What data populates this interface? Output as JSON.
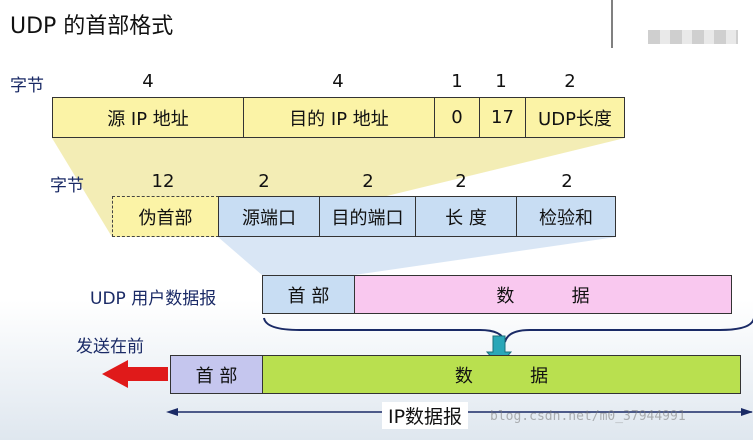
{
  "title": "UDP 的首部格式",
  "ip_header": {
    "row_label": "字节",
    "fields": [
      {
        "bytes": "4",
        "name": "源 IP 地址"
      },
      {
        "bytes": "4",
        "name": "目的 IP 地址"
      },
      {
        "bytes": "1",
        "name": "0"
      },
      {
        "bytes": "1",
        "name": "17"
      },
      {
        "bytes": "2",
        "name": "UDP长度"
      }
    ]
  },
  "udp_header": {
    "row_label": "字节",
    "fields": [
      {
        "bytes": "12",
        "name": "伪首部"
      },
      {
        "bytes": "2",
        "name": "源端口"
      },
      {
        "bytes": "2",
        "name": "目的端口"
      },
      {
        "bytes": "2",
        "name": "长 度"
      },
      {
        "bytes": "2",
        "name": "检验和"
      }
    ]
  },
  "udp_datagram": {
    "label": "UDP 用户数据报",
    "header": "首 部",
    "data": "数          据"
  },
  "ip_datagram": {
    "send_first": "发送在前",
    "header": "首 部",
    "data": "数          据",
    "label": "IP数据报"
  },
  "watermark": "blog.csdn.net/m0_37944991",
  "colors": {
    "yellow": "#fbf3a6",
    "blue": "#c8ddf3",
    "pink": "#f9c8ef",
    "green": "#b9e04f",
    "purple": "#c5c6ee",
    "arrow_red": "#e01a1a",
    "arrow_teal": "#2aa7b8"
  }
}
